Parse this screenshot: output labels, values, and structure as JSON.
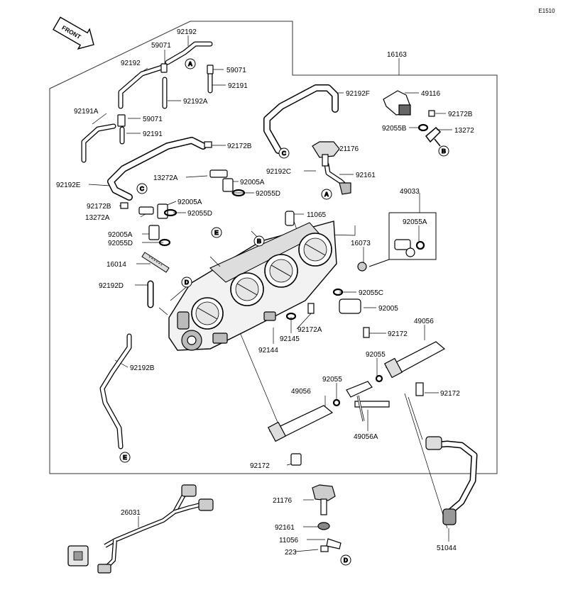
{
  "diagram": {
    "code": "E1510",
    "front_label": "FRONT",
    "labels": [
      {
        "id": "l1",
        "text": "92192"
      },
      {
        "id": "l2",
        "text": "59071"
      },
      {
        "id": "l3",
        "text": "92192"
      },
      {
        "id": "l4",
        "text": "59071"
      },
      {
        "id": "l5",
        "text": "92191"
      },
      {
        "id": "l6",
        "text": "92192A"
      },
      {
        "id": "l7",
        "text": "92191A"
      },
      {
        "id": "l8",
        "text": "59071"
      },
      {
        "id": "l9",
        "text": "92191"
      },
      {
        "id": "l10",
        "text": "16163"
      },
      {
        "id": "l11",
        "text": "92192F"
      },
      {
        "id": "l12",
        "text": "49116"
      },
      {
        "id": "l13",
        "text": "92172B"
      },
      {
        "id": "l14",
        "text": "92055B"
      },
      {
        "id": "l15",
        "text": "13272"
      },
      {
        "id": "l16",
        "text": "92172B"
      },
      {
        "id": "l17",
        "text": "21176"
      },
      {
        "id": "l18",
        "text": "92192C"
      },
      {
        "id": "l19",
        "text": "92161"
      },
      {
        "id": "l20",
        "text": "13272A"
      },
      {
        "id": "l21",
        "text": "92005A"
      },
      {
        "id": "l22",
        "text": "92055D"
      },
      {
        "id": "l23",
        "text": "92192E"
      },
      {
        "id": "l24",
        "text": "92005A"
      },
      {
        "id": "l25",
        "text": "92172B"
      },
      {
        "id": "l26",
        "text": "13272A"
      },
      {
        "id": "l27",
        "text": "92055D"
      },
      {
        "id": "l28",
        "text": "49033"
      },
      {
        "id": "l29",
        "text": "11065"
      },
      {
        "id": "l30",
        "text": "92055A"
      },
      {
        "id": "l31",
        "text": "92005A"
      },
      {
        "id": "l32",
        "text": "92055D"
      },
      {
        "id": "l33",
        "text": "16073"
      },
      {
        "id": "l34",
        "text": "16014"
      },
      {
        "id": "l35",
        "text": "92192D"
      },
      {
        "id": "l36",
        "text": "92055C"
      },
      {
        "id": "l37",
        "text": "92005"
      },
      {
        "id": "l38",
        "text": "92172A"
      },
      {
        "id": "l39",
        "text": "92145"
      },
      {
        "id": "l40",
        "text": "92144"
      },
      {
        "id": "l41",
        "text": "92172"
      },
      {
        "id": "l42",
        "text": "49056"
      },
      {
        "id": "l43",
        "text": "92192B"
      },
      {
        "id": "l44",
        "text": "92055"
      },
      {
        "id": "l45",
        "text": "92055"
      },
      {
        "id": "l46",
        "text": "92172"
      },
      {
        "id": "l47",
        "text": "49056"
      },
      {
        "id": "l48",
        "text": "49056A"
      },
      {
        "id": "l49",
        "text": "92172"
      },
      {
        "id": "l50",
        "text": "21176"
      },
      {
        "id": "l51",
        "text": "26031"
      },
      {
        "id": "l52",
        "text": "92161"
      },
      {
        "id": "l53",
        "text": "11056"
      },
      {
        "id": "l54",
        "text": "223"
      },
      {
        "id": "l55",
        "text": "51044"
      }
    ],
    "callouts": [
      {
        "id": "c1",
        "text": "A"
      },
      {
        "id": "c2",
        "text": "C"
      },
      {
        "id": "c3",
        "text": "B"
      },
      {
        "id": "c4",
        "text": "A"
      },
      {
        "id": "c5",
        "text": "C"
      },
      {
        "id": "c6",
        "text": "E"
      },
      {
        "id": "c7",
        "text": "B"
      },
      {
        "id": "c8",
        "text": "D"
      },
      {
        "id": "c9",
        "text": "E"
      },
      {
        "id": "c10",
        "text": "D"
      }
    ]
  }
}
